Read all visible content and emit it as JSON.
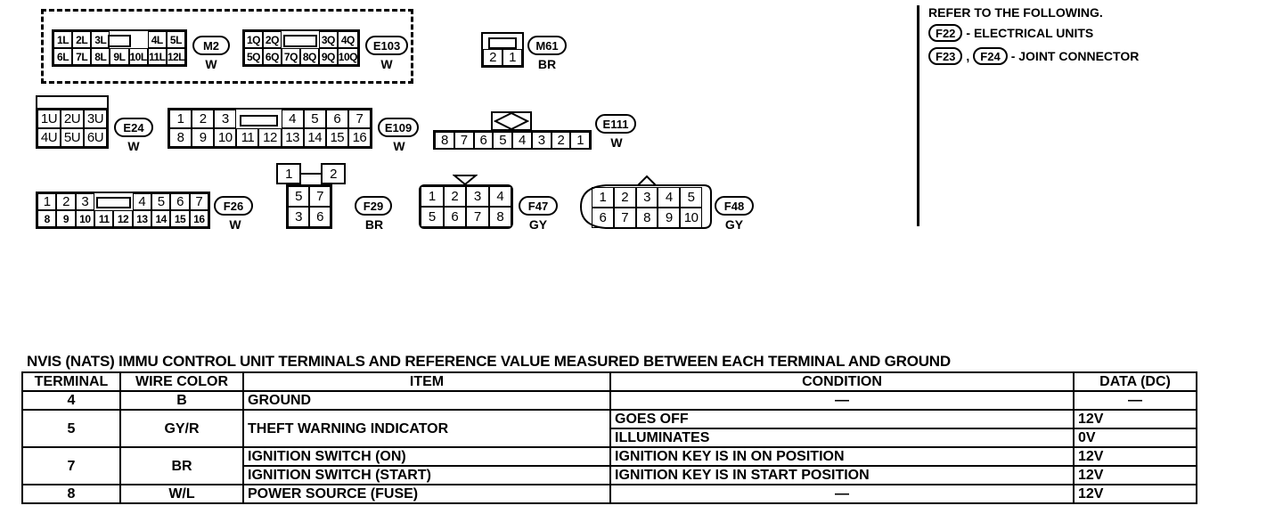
{
  "connectors": {
    "m2": {
      "id": "M2",
      "color": "W",
      "top": [
        "1L",
        "2L",
        "3L",
        "",
        "4L",
        "5L"
      ],
      "bottom": [
        "6L",
        "7L",
        "8L",
        "9L",
        "10L",
        "11L",
        "12L"
      ]
    },
    "e103": {
      "id": "E103",
      "color": "W",
      "top": [
        "1Q",
        "2Q",
        "",
        "3Q",
        "4Q"
      ],
      "bottom": [
        "5Q",
        "6Q",
        "7Q",
        "8Q",
        "9Q",
        "10Q"
      ]
    },
    "m61": {
      "id": "M61",
      "color": "BR",
      "bottom": [
        "2",
        "1"
      ]
    },
    "e24": {
      "id": "E24",
      "color": "W",
      "top": [
        "1U",
        "2U",
        "3U"
      ],
      "bottom": [
        "4U",
        "5U",
        "6U"
      ]
    },
    "e109": {
      "id": "E109",
      "color": "W",
      "top": [
        "1",
        "2",
        "3",
        "",
        "4",
        "5",
        "6",
        "7"
      ],
      "bottom": [
        "8",
        "9",
        "10",
        "11",
        "12",
        "13",
        "14",
        "15",
        "16"
      ]
    },
    "e111": {
      "id": "E111",
      "color": "W",
      "row": [
        "8",
        "7",
        "6",
        "5",
        "4",
        "3",
        "2",
        "1"
      ]
    },
    "f26": {
      "id": "F26",
      "color": "W",
      "top": [
        "1",
        "2",
        "3",
        "",
        "4",
        "5",
        "6",
        "7"
      ],
      "bottom": [
        "8",
        "9",
        "10",
        "11",
        "12",
        "13",
        "14",
        "15",
        "16"
      ]
    },
    "f29": {
      "id": "F29",
      "color": "BR",
      "top": [
        "1",
        "2"
      ],
      "mid": [
        "5",
        "7"
      ],
      "bottom": [
        "3",
        "6"
      ]
    },
    "f47": {
      "id": "F47",
      "color": "GY",
      "top": [
        "1",
        "2",
        "3",
        "4"
      ],
      "bottom": [
        "5",
        "6",
        "7",
        "8"
      ]
    },
    "f48": {
      "id": "F48",
      "color": "GY",
      "top": [
        "1",
        "2",
        "3",
        "4",
        "5"
      ],
      "bottom": [
        "6",
        "7",
        "8",
        "9",
        "10"
      ]
    }
  },
  "refer": {
    "heading": "REFER TO THE FOLLOWING.",
    "f22": "F22",
    "f22_text": "- ELECTRICAL UNITS",
    "f23": "F23",
    "sep": ",",
    "f24": "F24",
    "f24_text": "- JOINT CONNECTOR"
  },
  "table": {
    "title": "NVIS (NATS) IMMU CONTROL UNIT TERMINALS AND REFERENCE VALUE MEASURED BETWEEN EACH TERMINAL AND GROUND",
    "headers": [
      "TERMINAL",
      "WIRE COLOR",
      "ITEM",
      "CONDITION",
      "DATA (DC)"
    ],
    "rows": {
      "r4": {
        "terminal": "4",
        "wire": "B",
        "item": "GROUND",
        "condition": "—",
        "data": "—"
      },
      "r5": {
        "terminal": "5",
        "wire": "GY/R",
        "item": "THEFT WARNING INDICATOR",
        "cond1": "GOES OFF",
        "data1": "12V",
        "cond2": "ILLUMINATES",
        "data2": "0V"
      },
      "r7": {
        "terminal": "7",
        "wire": "BR",
        "item1": "IGNITION SWITCH (ON)",
        "cond1": "IGNITION KEY IS IN ON POSITION",
        "data1": "12V",
        "item2": "IGNITION SWITCH (START)",
        "cond2": "IGNITION KEY IS IN  START POSITION",
        "data2": "12V"
      },
      "r8": {
        "terminal": "8",
        "wire": "W/L",
        "item": "POWER SOURCE (FUSE)",
        "condition": "—",
        "data": "12V"
      }
    }
  }
}
